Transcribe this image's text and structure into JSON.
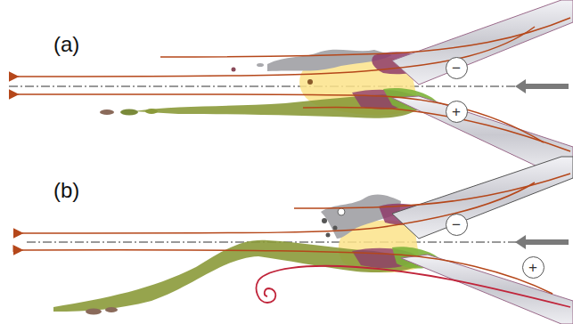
{
  "diagram": {
    "nodes": [
      {
        "text": [
          "−"
        ]
      },
      {
        "text": [
          "+"
        ]
      },
      {
        "text": [
          "−"
        ]
      },
      {
        "text": [
          "+"
        ]
      }
    ],
    "labels": [
      "(a)",
      "(b)"
    ]
  }
}
